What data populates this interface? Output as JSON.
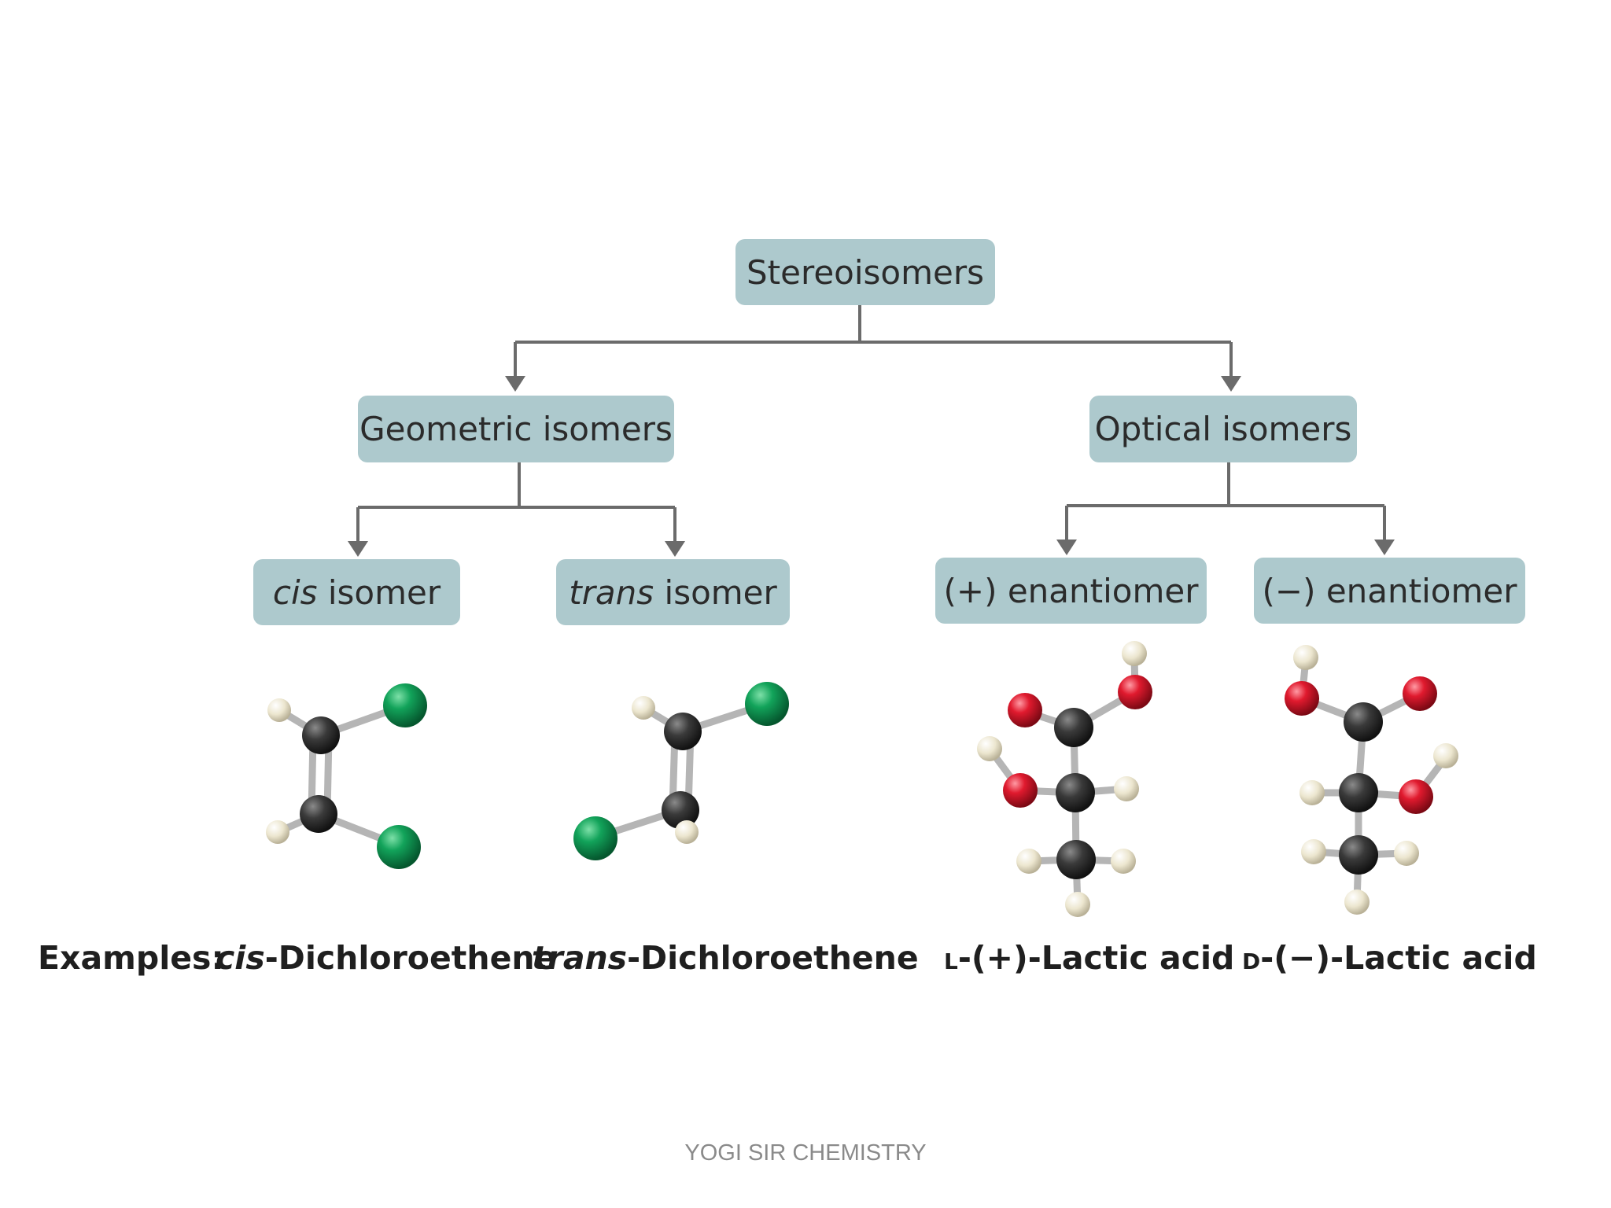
{
  "tree": {
    "root": "Stereoisomers",
    "geometric": "Geometric isomers",
    "optical": "Optical isomers",
    "cis_prefix": "cis",
    "cis_suffix": " isomer",
    "trans_prefix": "trans",
    "trans_suffix": " isomer",
    "plus_enantiomer": "(+) enantiomer",
    "minus_enantiomer": "(−) enantiomer"
  },
  "examples": {
    "label": "Examples:",
    "cis_prefix": "cis",
    "cis_name": "-Dichloroethene",
    "trans_prefix": "trans",
    "trans_name": "-Dichloroethene",
    "l_prefix": "L",
    "l_name": "-(+)-Lactic acid",
    "d_prefix": "D",
    "d_name": "-(−)-Lactic acid"
  },
  "atom_colors": {
    "carbon": "#2e2e2e",
    "hydrogen": "#ece6cf",
    "chlorine": "#0f9a52",
    "oxygen": "#e01a2e",
    "box": "#adc9cd",
    "connector": "#6b6b6b"
  },
  "watermark": "YOGI SIR CHEMISTRY"
}
